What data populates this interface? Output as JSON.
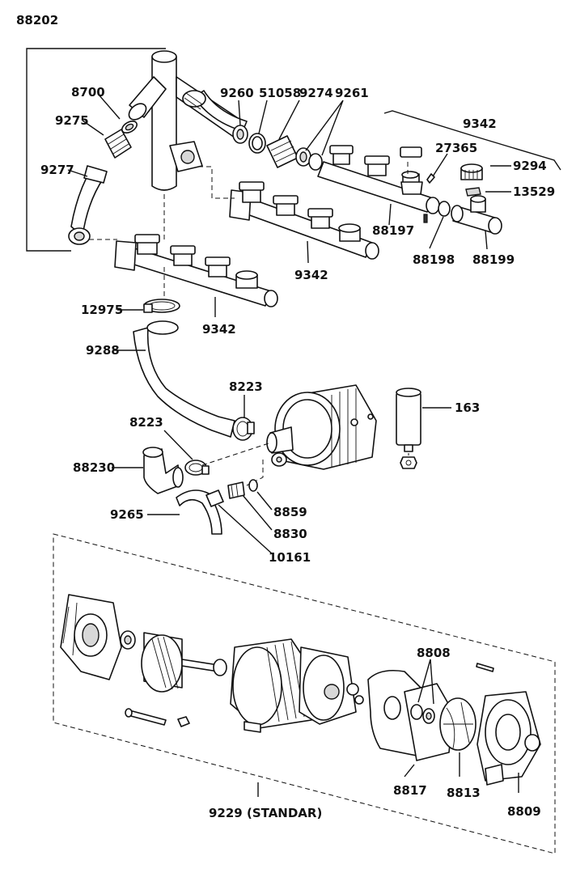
{
  "labels": {
    "p88202": "88202",
    "p8700": "8700",
    "p9275": "9275",
    "p9277": "9277",
    "p9260": "9260",
    "p51058": "51058",
    "p9274": "9274",
    "p9261": "9261",
    "p9342_top": "9342",
    "p27365": "27365",
    "p9294": "9294",
    "p13529": "13529",
    "p88197": "88197",
    "p88198": "88198",
    "p88199": "88199",
    "p9342_mid": "9342",
    "p9342_low": "9342",
    "p12975": "12975",
    "p9288": "9288",
    "p8223_a": "8223",
    "p8223_b": "8223",
    "p163": "163",
    "p88230": "88230",
    "p8859": "8859",
    "p8830": "8830",
    "p9265": "9265",
    "p10161": "10161",
    "p8808": "8808",
    "p8817": "8817",
    "p8813": "8813",
    "p8809": "8809",
    "p9229": "9229 (STANDAR)"
  }
}
